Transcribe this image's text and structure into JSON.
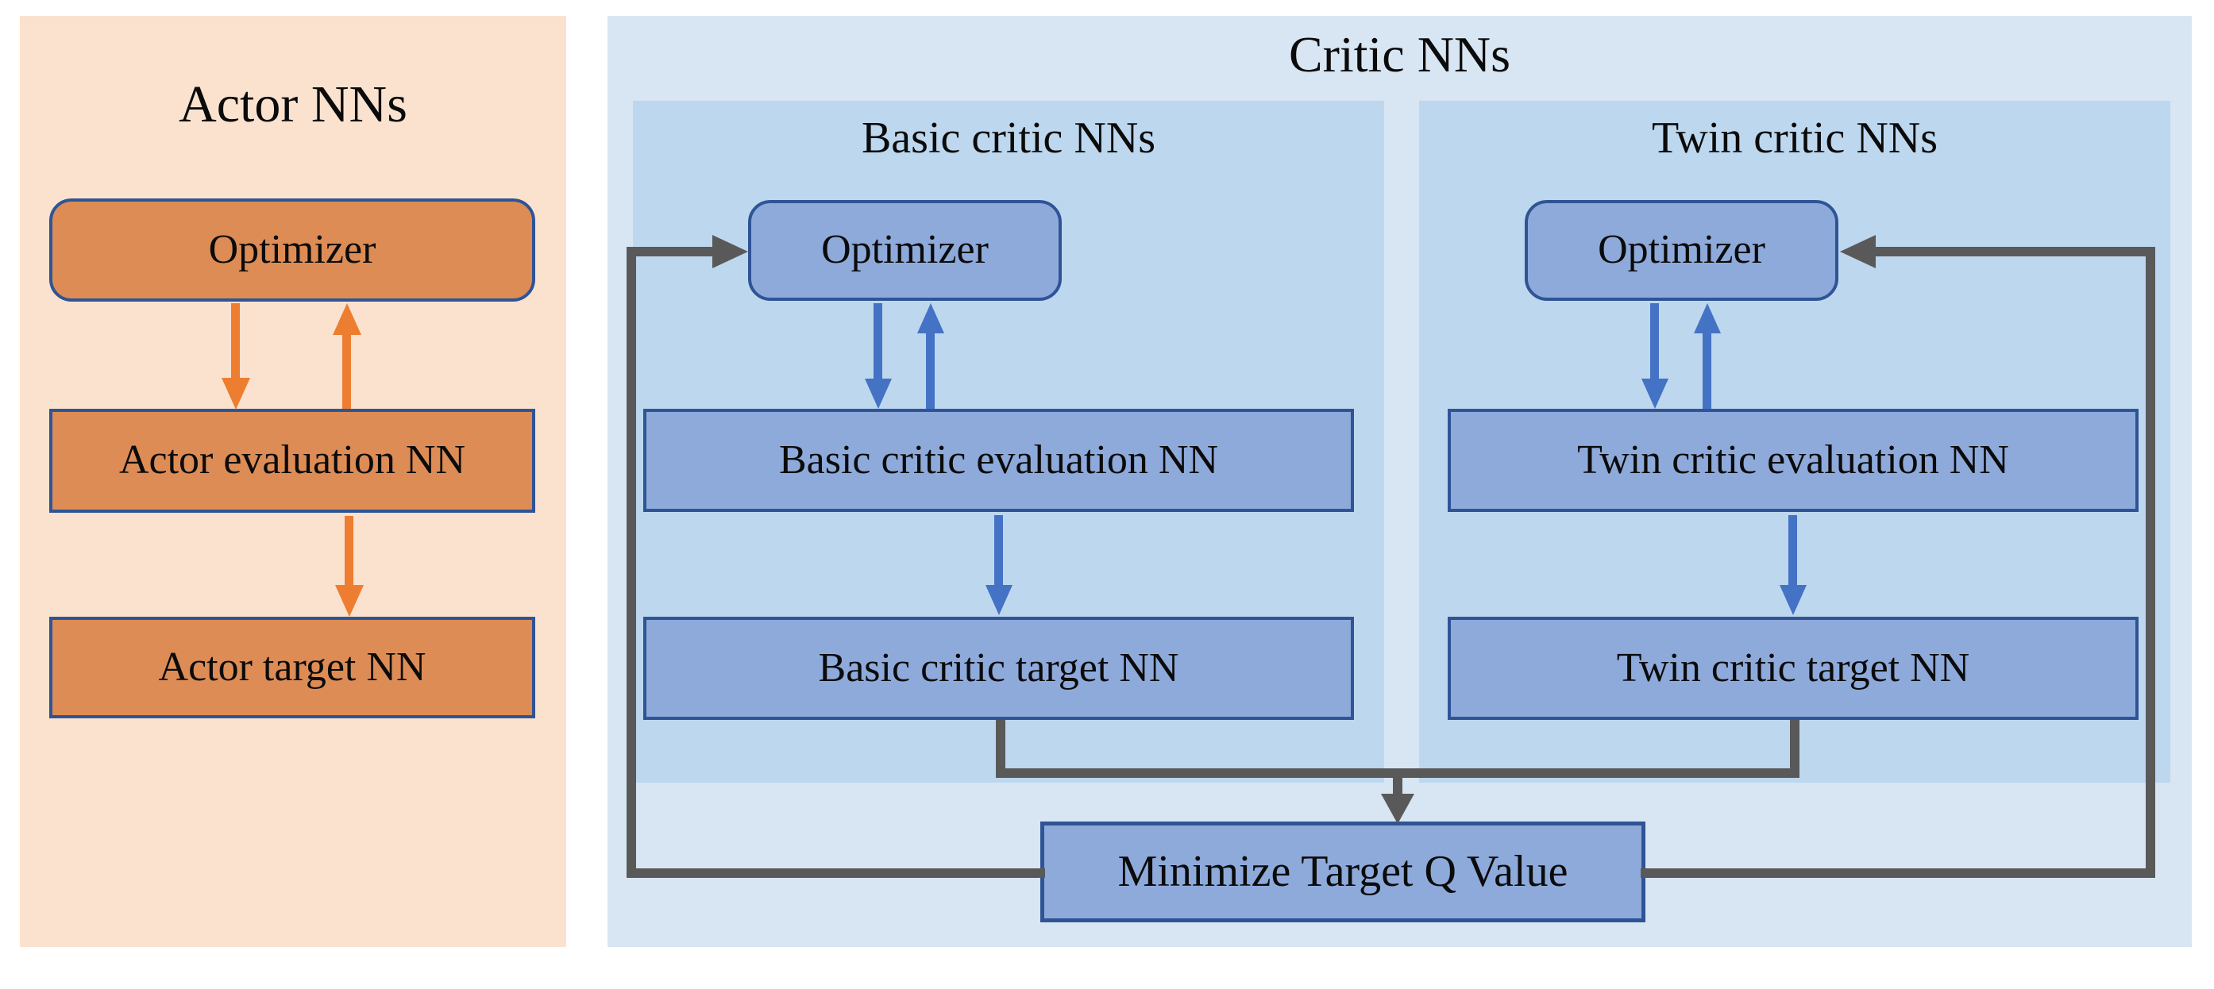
{
  "colors": {
    "actor_panel_bg": "#FAE2CF",
    "actor_box_fill": "#DD8C55",
    "actor_arrow": "#ED7D31",
    "critic_panel_bg": "#D8E5F3",
    "critic_subpanel_bg": "#BDD7EE",
    "critic_box_fill": "#8EAADB",
    "box_border": "#2F5496",
    "critic_arrow": "#4472C4",
    "feedback_line": "#595959",
    "text": "#0B0B0B"
  },
  "actor_panel": {
    "title": "Actor NNs",
    "optimizer_label": "Optimizer",
    "evaluation_label": "Actor evaluation NN",
    "target_label": "Actor target NN"
  },
  "critic_panel": {
    "title": "Critic NNs",
    "basic": {
      "title": "Basic critic NNs",
      "optimizer_label": "Optimizer",
      "evaluation_label": "Basic critic evaluation NN",
      "target_label": "Basic critic target NN"
    },
    "twin": {
      "title": "Twin critic NNs",
      "optimizer_label": "Optimizer",
      "evaluation_label": "Twin critic evaluation NN",
      "target_label": "Twin critic target NN"
    },
    "minimize_label": "Minimize Target Q Value"
  }
}
